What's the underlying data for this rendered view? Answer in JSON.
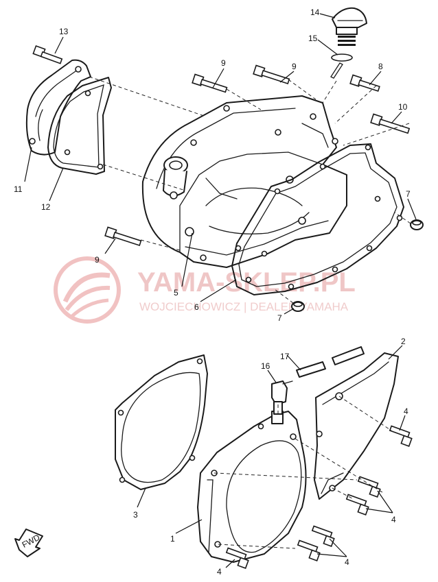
{
  "watermark": {
    "title": "YAMA-SKLEP.PL",
    "subtitle": "WOJCIECHOWICZ | DEALER YAMAHA",
    "color": "#e8a0a0"
  },
  "fwd_label": "FWD",
  "callouts": {
    "c1": "1",
    "c2": "2",
    "c3": "3",
    "c4a": "4",
    "c4b": "4",
    "c4c": "4",
    "c4d": "4",
    "c5": "5",
    "c6": "6",
    "c7a": "7",
    "c7b": "7",
    "c8": "8",
    "c9a": "9",
    "c9b": "9",
    "c9c": "9",
    "c10": "10",
    "c11": "11",
    "c12": "12",
    "c13": "13",
    "c14": "14",
    "c15": "15",
    "c16": "16",
    "c17": "17"
  }
}
